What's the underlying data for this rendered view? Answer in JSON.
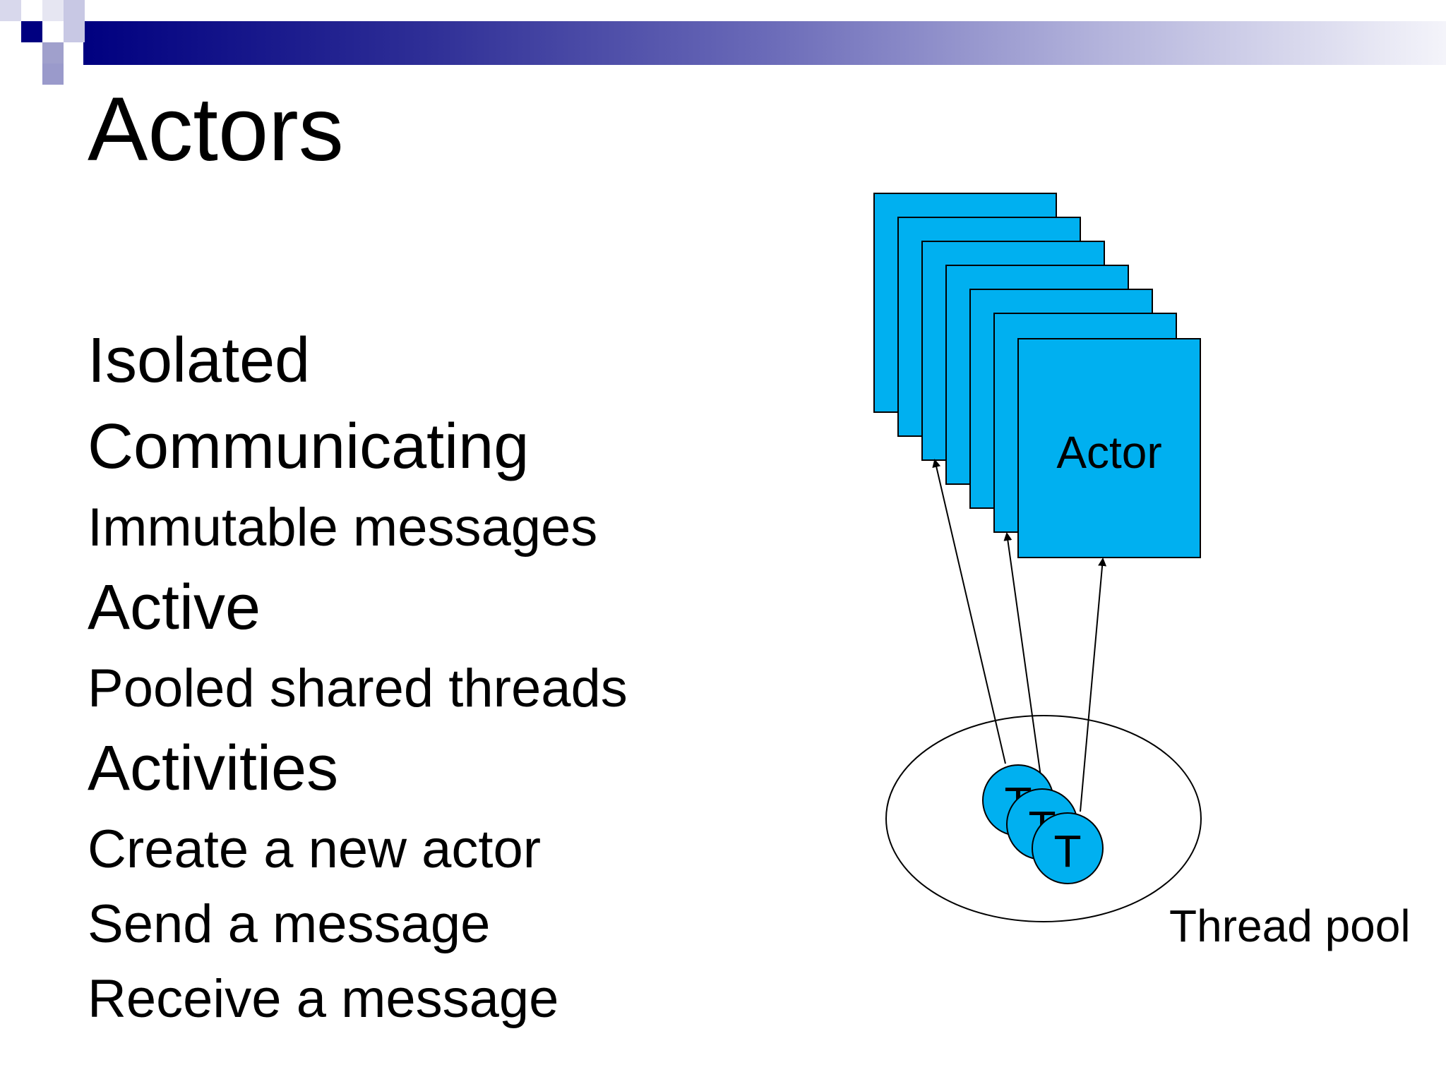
{
  "slide": {
    "title": "Actors",
    "bullets": [
      {
        "text": "Isolated",
        "level": 1
      },
      {
        "text": "Communicating",
        "level": 1
      },
      {
        "text": "Immutable messages",
        "level": 2
      },
      {
        "text": "Active",
        "level": 1
      },
      {
        "text": "Pooled shared threads",
        "level": 2
      },
      {
        "text": "Activities",
        "level": 1
      },
      {
        "text": "Create a new actor",
        "level": 2
      },
      {
        "text": "Send a message",
        "level": 2
      },
      {
        "text": "Receive a message",
        "level": 2
      }
    ]
  },
  "diagram": {
    "actor_label": "Actor",
    "thread_label": "T",
    "pool_label": "Thread pool",
    "actor_count": 7,
    "thread_count": 3,
    "colors": {
      "actor_fill": "#00b0f0",
      "thread_fill": "#00b0f0",
      "stroke": "#000000"
    }
  },
  "theme": {
    "header_gradient_start": "#000080",
    "header_gradient_end": "#f4f4fa"
  }
}
